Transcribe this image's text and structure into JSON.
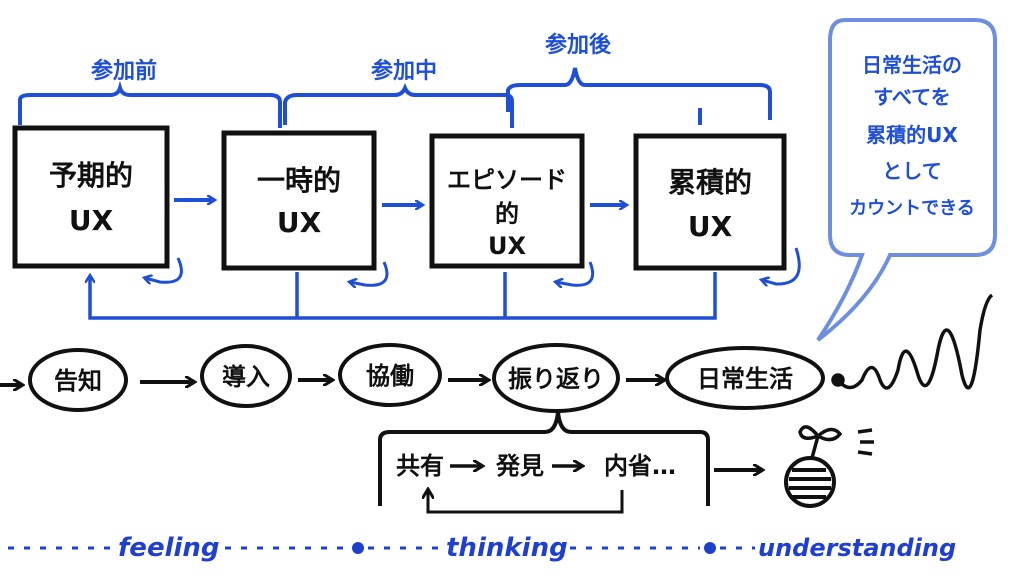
{
  "colors": {
    "ink": "#111111",
    "blue": "#1e4fd6",
    "seed": "#222222"
  },
  "phases": {
    "before": "参加前",
    "during": "参加中",
    "after": "参加後"
  },
  "boxes": [
    {
      "line1": "予期的",
      "line2": "UX",
      "line3": ""
    },
    {
      "line1": "一時的",
      "line2": "UX",
      "line3": ""
    },
    {
      "line1": "エピソード",
      "line2": "的",
      "line3": "UX"
    },
    {
      "line1": "累積的",
      "line2": "UX",
      "line3": ""
    }
  ],
  "speech_bubble": {
    "lines": [
      "日常生活の",
      "すべてを",
      "累積的UX",
      "として",
      "カウントできる"
    ]
  },
  "flow": [
    "告知",
    "導入",
    "協働",
    "振り返り",
    "日常生活"
  ],
  "reflection": {
    "share": "共有",
    "discover": "発見",
    "introspect": "内省…"
  },
  "stages": {
    "feeling": "feeling",
    "thinking": "thinking",
    "understanding": "understanding"
  },
  "icons": [
    "seed-icon",
    "sprout-icon",
    "spiral-icon"
  ]
}
